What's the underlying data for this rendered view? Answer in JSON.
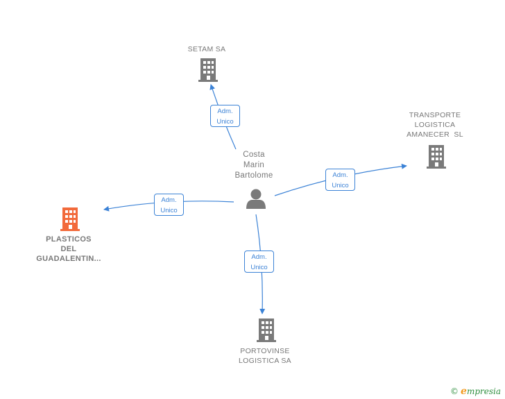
{
  "colors": {
    "edge": "#3b82d6",
    "company_icon": "#7a7a7a",
    "highlight_icon": "#f26a3b",
    "label": "#777777"
  },
  "person": {
    "name_lines": [
      "Costa",
      "Marin",
      "Bartolome"
    ],
    "icon": "person-icon"
  },
  "companies": [
    {
      "id": "setam",
      "label_lines": [
        "SETAM SA"
      ],
      "icon": "building-icon"
    },
    {
      "id": "transporte",
      "label_lines": [
        "TRANSPORTE",
        "LOGISTICA",
        "AMANECER  SL"
      ],
      "icon": "building-icon"
    },
    {
      "id": "plasticos",
      "label_lines": [
        "PLASTICOS",
        "DEL",
        "GUADALENTIN..."
      ],
      "icon": "building-icon",
      "highlight": true
    },
    {
      "id": "portovinse",
      "label_lines": [
        "PORTOVINSE",
        "LOGISTICA SA"
      ],
      "icon": "building-icon"
    }
  ],
  "relations": [
    {
      "to": "setam",
      "role_lines": [
        "Adm.",
        "Unico"
      ]
    },
    {
      "to": "transporte",
      "role_lines": [
        "Adm.",
        "Unico"
      ]
    },
    {
      "to": "plasticos",
      "role_lines": [
        "Adm.",
        "Unico"
      ]
    },
    {
      "to": "portovinse",
      "role_lines": [
        "Adm.",
        "Unico"
      ]
    }
  ],
  "credit": {
    "symbol": "©",
    "brand_initial": "e",
    "brand_rest": "mpresia"
  }
}
